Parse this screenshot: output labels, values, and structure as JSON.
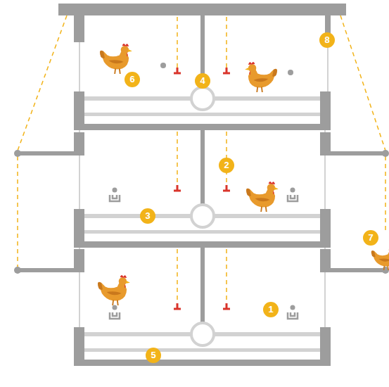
{
  "diagram": {
    "labels": [
      "8",
      "6",
      "4",
      "2",
      "3",
      "7",
      "1",
      "5"
    ]
  }
}
